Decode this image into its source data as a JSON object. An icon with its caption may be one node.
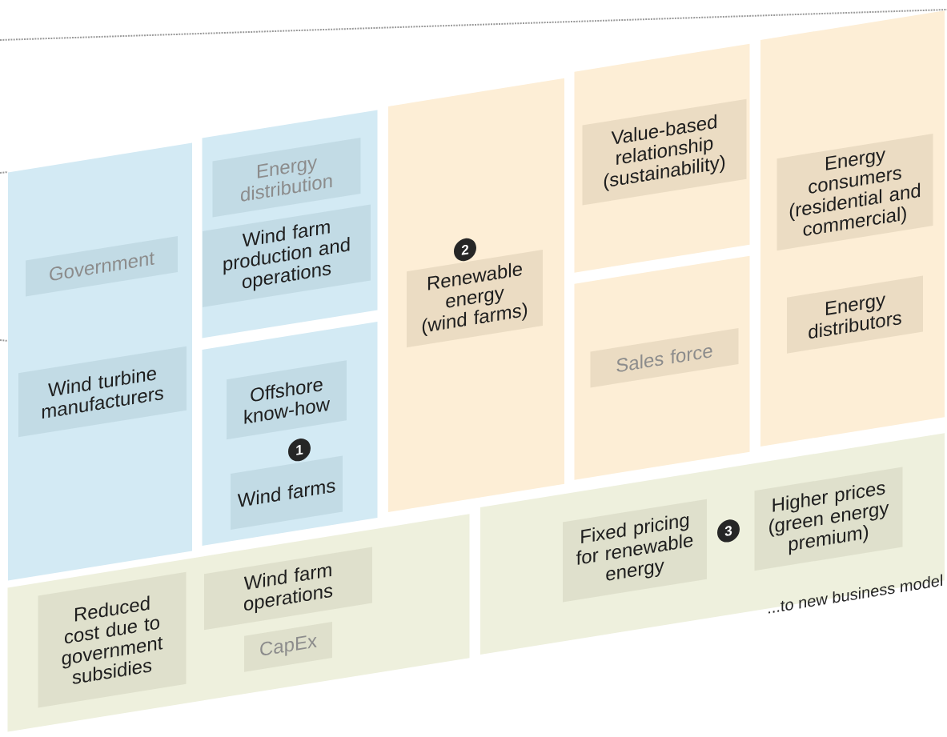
{
  "diagram": {
    "nodes": [
      {
        "text": [],
        "shape": "box"
      },
      {
        "text": [
          "Government"
        ],
        "in": 0
      },
      {
        "text": [
          "Wind turbine manufacturers"
        ],
        "in": 0
      },
      {
        "text": [],
        "shape": "box"
      },
      {
        "text": [
          "Energy distribution"
        ],
        "in": 3
      },
      {
        "text": [
          "Wind farm production and operations"
        ],
        "in": 3
      },
      {
        "text": [],
        "shape": "box"
      },
      {
        "text": [
          "Offshore know-how"
        ],
        "in": 6
      },
      {
        "text": [
          "Wind farms"
        ],
        "in": 6
      },
      {
        "text": [],
        "shape": "box"
      },
      {
        "text": [
          "Renewable energy (wind farms)"
        ],
        "in": 9
      },
      {
        "text": [],
        "shape": "box"
      },
      {
        "text": [
          "Value-based relationship (sustainability)"
        ],
        "in": 11
      },
      {
        "text": [],
        "shape": "box"
      },
      {
        "text": [
          "Sales force"
        ],
        "in": 13
      },
      {
        "text": [],
        "shape": "box"
      },
      {
        "text": [
          "Energy consumers (residential and commercial)"
        ],
        "in": 15
      },
      {
        "text": [
          "Energy distributors"
        ],
        "in": 15
      },
      {
        "text": [],
        "shape": "box"
      },
      {
        "text": [
          "Reduced cost due to government subsidies"
        ],
        "in": 18
      },
      {
        "text": [
          "Wind farm operations"
        ],
        "in": 18
      },
      {
        "text": [
          "CapEx"
        ],
        "in": 18
      },
      {
        "text": [],
        "shape": "box"
      },
      {
        "text": [
          "Fixed pricing for renewable energy"
        ],
        "in": 22
      },
      {
        "text": [
          "Higher prices (green energy premium)"
        ],
        "in": 22
      }
    ],
    "edges": [],
    "labels": [
      "1",
      "2",
      "3",
      "...to new business model"
    ]
  }
}
